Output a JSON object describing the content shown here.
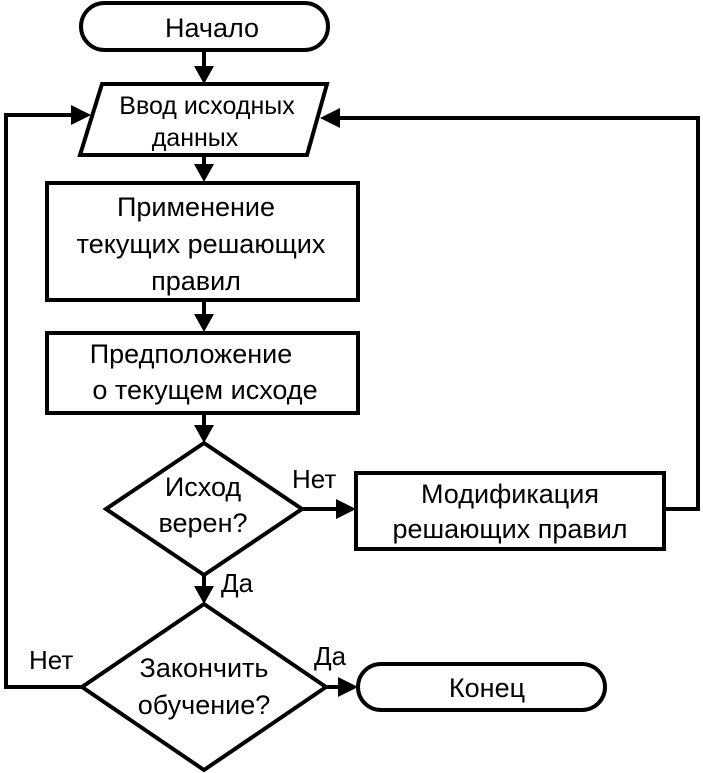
{
  "nodes": {
    "start": "Начало",
    "input": {
      "line1": "Ввод исходных",
      "line2": "данных"
    },
    "apply": {
      "line1": "Применение",
      "line2": "текущих решающих",
      "line3": "правил"
    },
    "guess": {
      "line1": "Предположение",
      "line2": "о текущем исходе"
    },
    "check": {
      "line1": "Исход",
      "line2": "верен?"
    },
    "modify": {
      "line1": "Модификация",
      "line2": "решающих правил"
    },
    "finish_q": {
      "line1": "Закончить",
      "line2": "обучение?"
    },
    "end": "Конец"
  },
  "edge_labels": {
    "check_no": "Нет",
    "check_yes": "Да",
    "finish_no": "Нет",
    "finish_yes": "Да"
  }
}
